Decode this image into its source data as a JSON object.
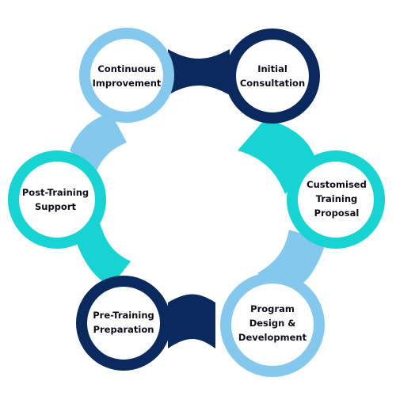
{
  "colors": {
    "navy": "#0a2a5e",
    "teal": "#17d3d1",
    "light_blue": "#84c8ee",
    "text": "#0d0d1a",
    "background": "#ffffff"
  },
  "steps": [
    {
      "label": "Initial\nConsultation",
      "color": "navy"
    },
    {
      "label": "Customised\nTraining\nProposal",
      "color": "teal"
    },
    {
      "label": "Program\nDesign &\nDevelopment",
      "color": "light_blue"
    },
    {
      "label": "Pre-Training\nPreparation",
      "color": "navy"
    },
    {
      "label": "Post-Training\nSupport",
      "color": "teal"
    },
    {
      "label": "Continuous\nImprovement",
      "color": "light_blue"
    }
  ]
}
